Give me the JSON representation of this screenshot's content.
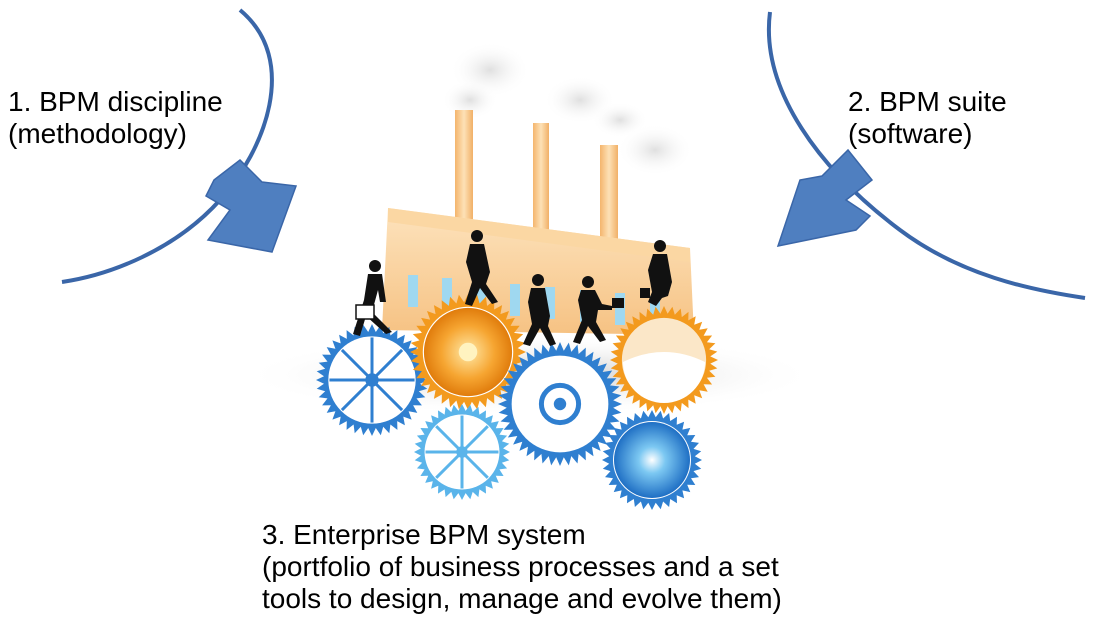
{
  "labels": {
    "bpm_discipline": {
      "line1": "1. BPM discipline",
      "line2": "(methodology)"
    },
    "bpm_suite": {
      "line1": "2. BPM suite",
      "line2": "(software)"
    },
    "enterprise_system": {
      "line1": "3. Enterprise BPM system",
      "line2": "(portfolio of business processes and a set",
      "line3": "tools to design, manage and evolve them)"
    }
  },
  "colors": {
    "arrow": "#4f7fc0",
    "arrow_stroke": "#3a66a8",
    "factory_body": "#f8c98c",
    "factory_light": "#fde6c4",
    "window": "#9fd8f0",
    "gear_blue": "#2f7fd0",
    "gear_blue_light": "#5ab4ea",
    "gear_orange": "#f39a1e",
    "people": "#111111"
  },
  "icons": {
    "left_arrow": "curved-arrow-icon",
    "right_arrow": "curved-arrow-icon",
    "factory": "factory-icon",
    "gears": "gear-icon",
    "people": "walking-person-icon"
  }
}
